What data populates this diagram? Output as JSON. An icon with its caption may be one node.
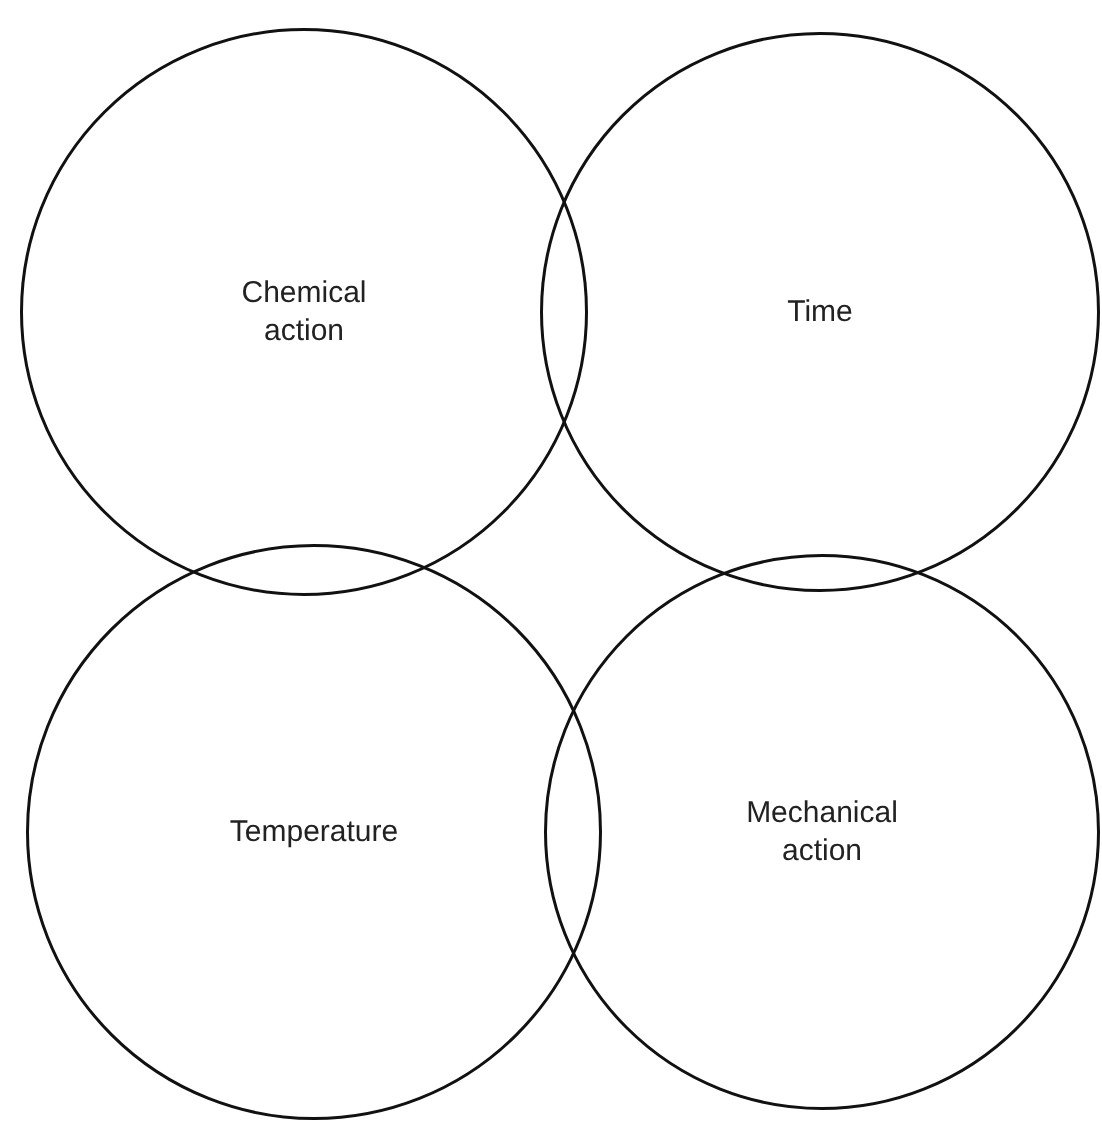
{
  "diagram": {
    "nodes": [
      {
        "text": [
          "Chemical action"
        ]
      },
      {
        "text": [
          "Time"
        ]
      },
      {
        "text": [
          "Temperature"
        ]
      },
      {
        "text": [
          "Mechanical action"
        ]
      }
    ]
  }
}
